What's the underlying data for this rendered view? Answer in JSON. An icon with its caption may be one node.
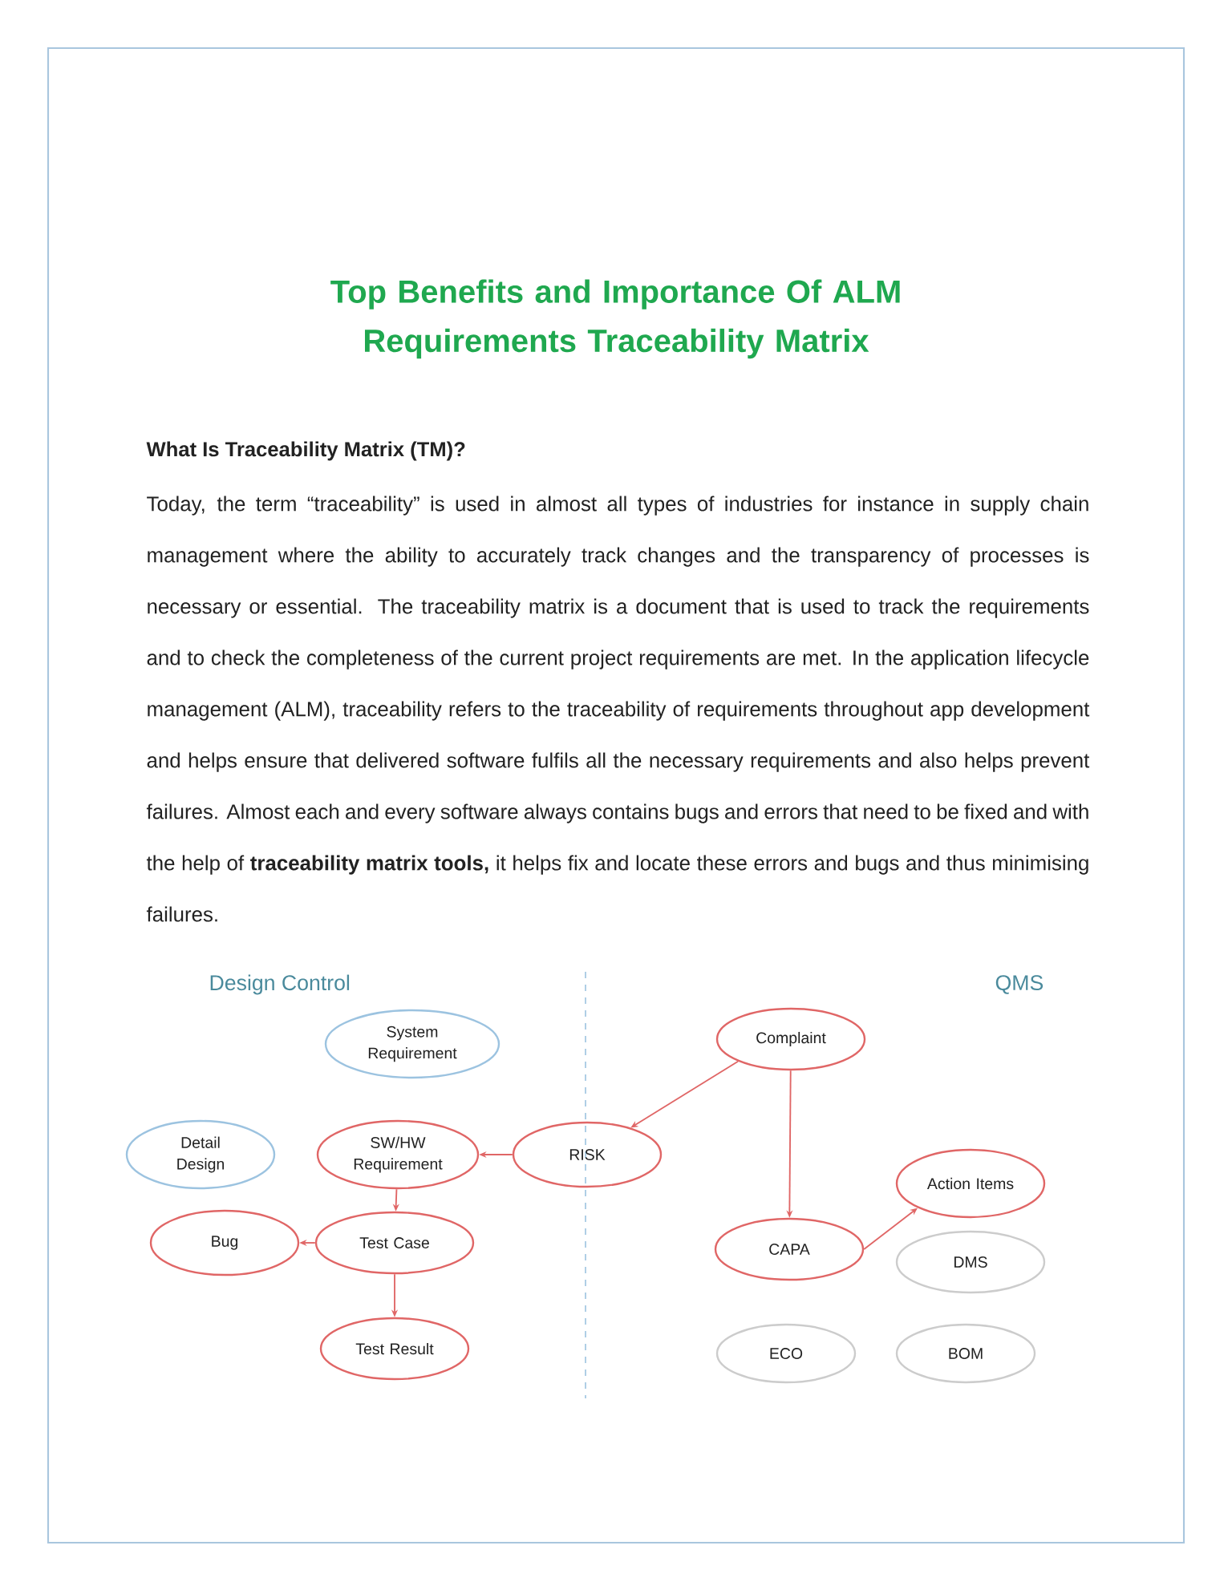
{
  "diagram": {
    "title": "Top Benefits and Importance Of ALM Requirements Traceability Matrix",
    "nodes": [
      {
        "text": [
          "System Requirement"
        ]
      },
      {
        "text": [
          "Detail Design"
        ]
      },
      {
        "text": [
          "SW/HW Requirement"
        ]
      },
      {
        "text": [
          "RISK"
        ]
      },
      {
        "text": [
          "Complaint"
        ]
      },
      {
        "text": [
          "Bug"
        ]
      },
      {
        "text": [
          "Test Case"
        ]
      },
      {
        "text": [
          "CAPA"
        ]
      },
      {
        "text": [
          "Action Items"
        ]
      },
      {
        "text": [
          "DMS"
        ]
      },
      {
        "text": [
          "Test Result"
        ]
      },
      {
        "text": [
          "ECO"
        ]
      },
      {
        "text": [
          "BOM"
        ]
      }
    ],
    "edges": [
      {
        "from": 3,
        "to": 2,
        "arrow": "to"
      },
      {
        "from": 2,
        "to": 6,
        "arrow": "to"
      },
      {
        "from": 6,
        "to": 5,
        "arrow": "to"
      },
      {
        "from": 6,
        "to": 10,
        "arrow": "to"
      },
      {
        "from": 4,
        "to": 3,
        "arrow": "to"
      },
      {
        "from": 4,
        "to": 7,
        "arrow": "to"
      },
      {
        "from": 7,
        "to": 8,
        "arrow": "to"
      }
    ],
    "labels": [
      "What Is Traceability Matrix (TM)?",
      "Today, the term “traceability” is used in almost all types of industries for instance in supply chain management where the ability to accurately track changes and the transparency of processes is necessary or essential. The traceability matrix is a document that is used to track the requirements and to check the completeness of the current project requirements are met. In the application lifecycle management (ALM), traceability refers to the traceability of requirements throughout app development and helps ensure that delivered software fulfils all the necessary requirements and also helps prevent failures. Almost each and every software always contains bugs and errors that need to be fixed and with the help of **traceability matrix tools,** it helps fix and locate these errors and bugs and thus minimising failures.",
      "Design Control",
      "QMS"
    ]
  }
}
